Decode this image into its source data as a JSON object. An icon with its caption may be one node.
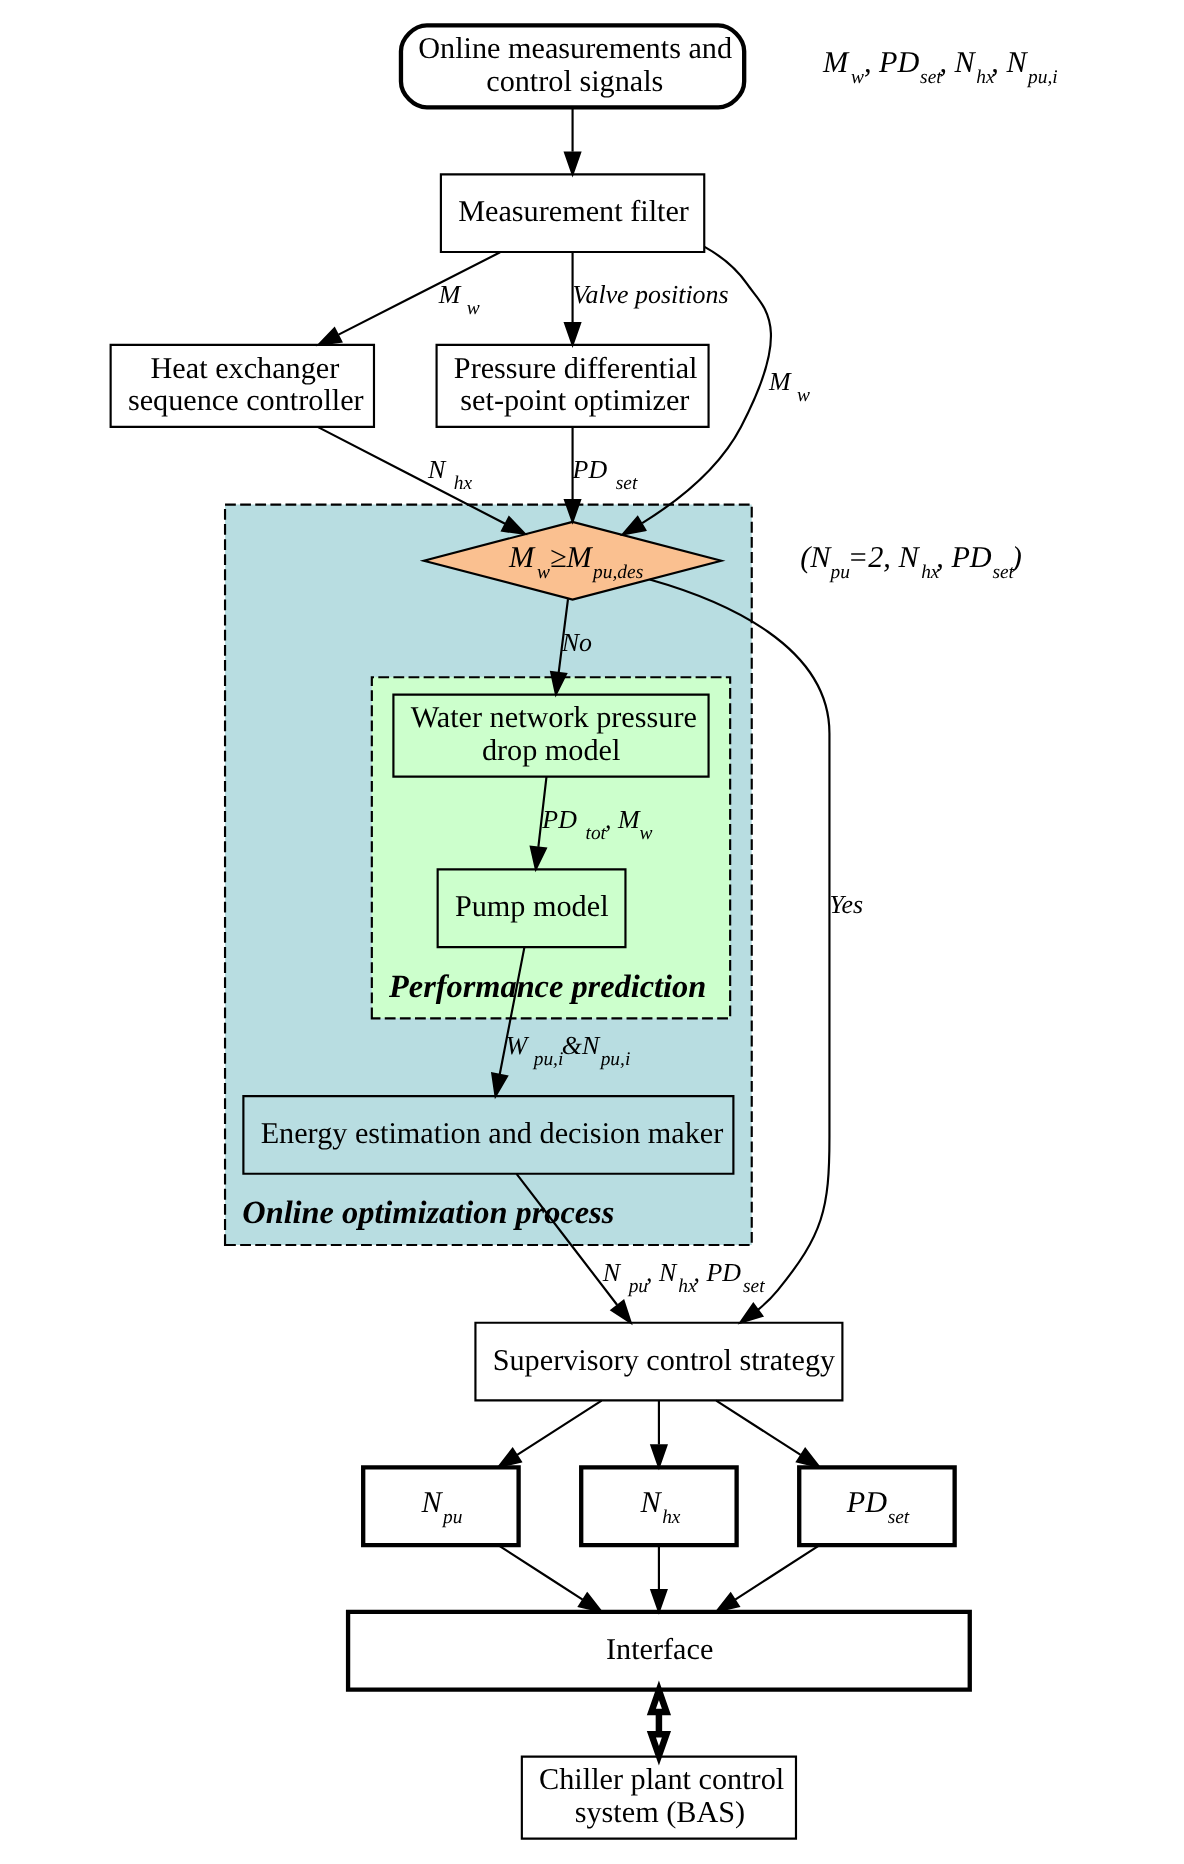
{
  "diagram": {
    "nodes": [
      {
        "text": [
          "Online measurements and control signals"
        ]
      },
      {
        "text": [
          "Measurement filter"
        ]
      },
      {
        "text": [
          "Heat exchanger sequence controller"
        ]
      },
      {
        "text": [
          "Pressure differential set-point optimizer"
        ]
      },
      {
        "text": [
          "Online optimization process"
        ]
      },
      {
        "text": [
          "M$_{w}$≥M$_{pu,des}$"
        ],
        "in": 4
      },
      {
        "text": [
          "Performance prediction"
        ],
        "in": 4
      },
      {
        "text": [
          "Water network pressure drop model"
        ],
        "in": 6
      },
      {
        "text": [
          "Pump model"
        ],
        "in": 6
      },
      {
        "text": [
          "Energy estimation and decision maker"
        ],
        "in": 4
      },
      {
        "text": [
          "Supervisory control strategy"
        ]
      },
      {
        "text": [
          "N$_{pu}$"
        ]
      },
      {
        "text": [
          "N$_{hx}$"
        ]
      },
      {
        "text": [
          "PD$_{set}$"
        ]
      },
      {
        "text": [
          "Interface"
        ]
      },
      {
        "text": [
          "Chiller plant control system (BAS)"
        ]
      }
    ],
    "edges": [
      {
        "from": 0,
        "to": 1,
        "arrow": "to"
      },
      {
        "from": 1,
        "to": 2,
        "arrow": "to",
        "label": "M$_{w}$"
      },
      {
        "from": 1,
        "to": 3,
        "arrow": "to",
        "label": "Valve positions"
      },
      {
        "from": 1,
        "to": 5,
        "arrow": "to",
        "label": "M$_{w}$"
      },
      {
        "from": 2,
        "to": 5,
        "arrow": "to",
        "label": "N$_{hx}$"
      },
      {
        "from": 3,
        "to": 5,
        "arrow": "to",
        "label": "PD$_{set}$"
      },
      {
        "from": 5,
        "to": 7,
        "arrow": "to",
        "label": "No"
      },
      {
        "from": 5,
        "to": 10,
        "arrow": "to",
        "label": "Yes"
      },
      {
        "from": 7,
        "to": 8,
        "arrow": "to",
        "label": "PD$_{tot}$, M$_{w}$"
      },
      {
        "from": 8,
        "to": 9,
        "arrow": "to",
        "label": "W$_{pu,i}$&N$_{pu,i}$"
      },
      {
        "from": 9,
        "to": 10,
        "arrow": "to",
        "label": "N$_{pu}$, N$_{hx}$, PD$_{set}$"
      },
      {
        "from": 10,
        "to": 11,
        "arrow": "to"
      },
      {
        "from": 10,
        "to": 12,
        "arrow": "to"
      },
      {
        "from": 10,
        "to": 13,
        "arrow": "to"
      },
      {
        "from": 11,
        "to": 14,
        "arrow": "to"
      },
      {
        "from": 12,
        "to": 14,
        "arrow": "to"
      },
      {
        "from": 13,
        "to": 14,
        "arrow": "to"
      },
      {
        "from": 14,
        "to": 15,
        "arrow": "both",
        "style": "thick"
      }
    ],
    "labels": [
      "(N$_{pu}$=2, N$_{hx}$, PD$_{set}$)",
      "M$_{w}$, PD$_{set}$, N$_{hx}$, N$_{pu,i}$"
    ]
  }
}
